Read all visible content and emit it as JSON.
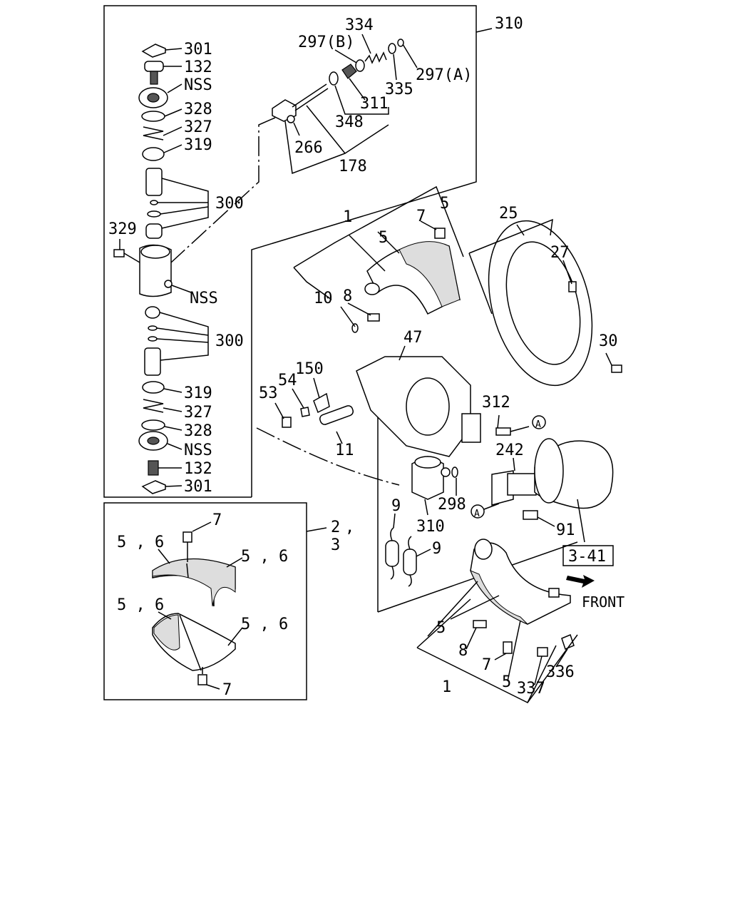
{
  "labels": {
    "p310_top": "310",
    "p334": "334",
    "p297b": "297(B)",
    "p297a": "297(A)",
    "p335": "335",
    "p311": "311",
    "p348": "348",
    "p266": "266",
    "p178": "178",
    "p301_top": "301",
    "p132_top": "132",
    "nss_top": "NSS",
    "p328_top": "328",
    "p327_top": "327",
    "p319_top": "319",
    "p300_top": "300",
    "p329": "329",
    "nss_mid": "NSS",
    "p300_bot": "300",
    "p319_bot": "319",
    "p327_bot": "327",
    "p328_bot": "328",
    "nss_bot": "NSS",
    "p132_bot": "132",
    "p301_bot": "301",
    "p1_top": "1",
    "p7_top": "7",
    "p5_top_a": "5",
    "p5_top_b": "5",
    "p25": "25",
    "p27": "27",
    "p10": "10",
    "p8_top": "8",
    "p47": "47",
    "p150": "150",
    "p54": "54",
    "p53": "53",
    "p30": "30",
    "p312": "312",
    "p11": "11",
    "p242": "242",
    "circ_a1": "A",
    "circ_a2": "A",
    "p298": "298",
    "p9_a": "9",
    "p310_mid": "310",
    "p91": "91",
    "ref_box": "3-41",
    "p9_b": "9",
    "front": "FRONT",
    "p5_bot_a": "5",
    "p8_bot": "8",
    "p7_bot": "7",
    "p1_bot": "1",
    "p5_bot_b": "5",
    "p337": "337",
    "p336": "336",
    "inset_7_top": "7",
    "inset_2": "2",
    "inset_comma": ",",
    "inset_3": "3",
    "inset_56_tl": "5 , 6",
    "inset_56_tr": "5 , 6",
    "inset_56_bl": "5 , 6",
    "inset_56_br": "5 , 6",
    "inset_7_bot": "7"
  }
}
